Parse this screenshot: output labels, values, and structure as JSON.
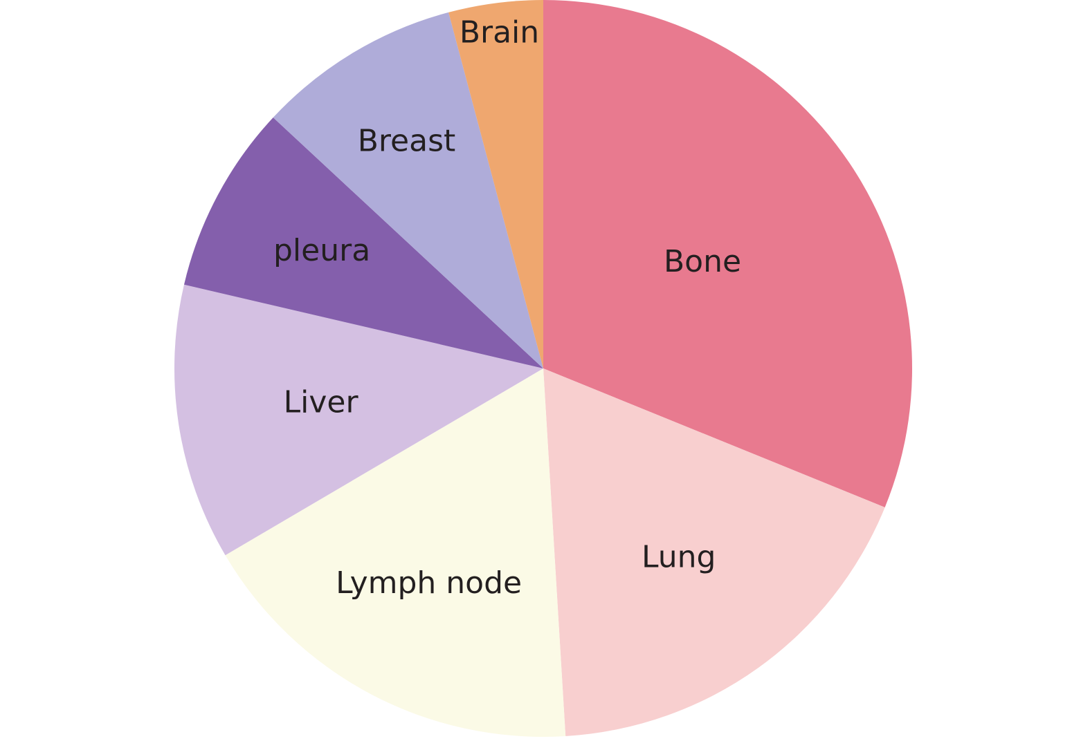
{
  "chart_data": {
    "type": "pie",
    "start_angle_deg": 0,
    "direction": "clockwise",
    "slices": [
      {
        "label": "Bone",
        "value": 32.4,
        "color": "#E87A8F"
      },
      {
        "label": "Lung",
        "value": 18.6,
        "color": "#F8CFCF"
      },
      {
        "label": "Lymph node",
        "value": 18.2,
        "color": "#FBFAE6"
      },
      {
        "label": "Liver",
        "value": 12.6,
        "color": "#D4C0E2"
      },
      {
        "label": "pleura",
        "value": 8.6,
        "color": "#845FAC"
      },
      {
        "label": "Breast",
        "value": 9.3,
        "color": "#AFACD9"
      },
      {
        "label": "Brain",
        "value": 4.3,
        "color": "#EFA76F"
      }
    ]
  }
}
